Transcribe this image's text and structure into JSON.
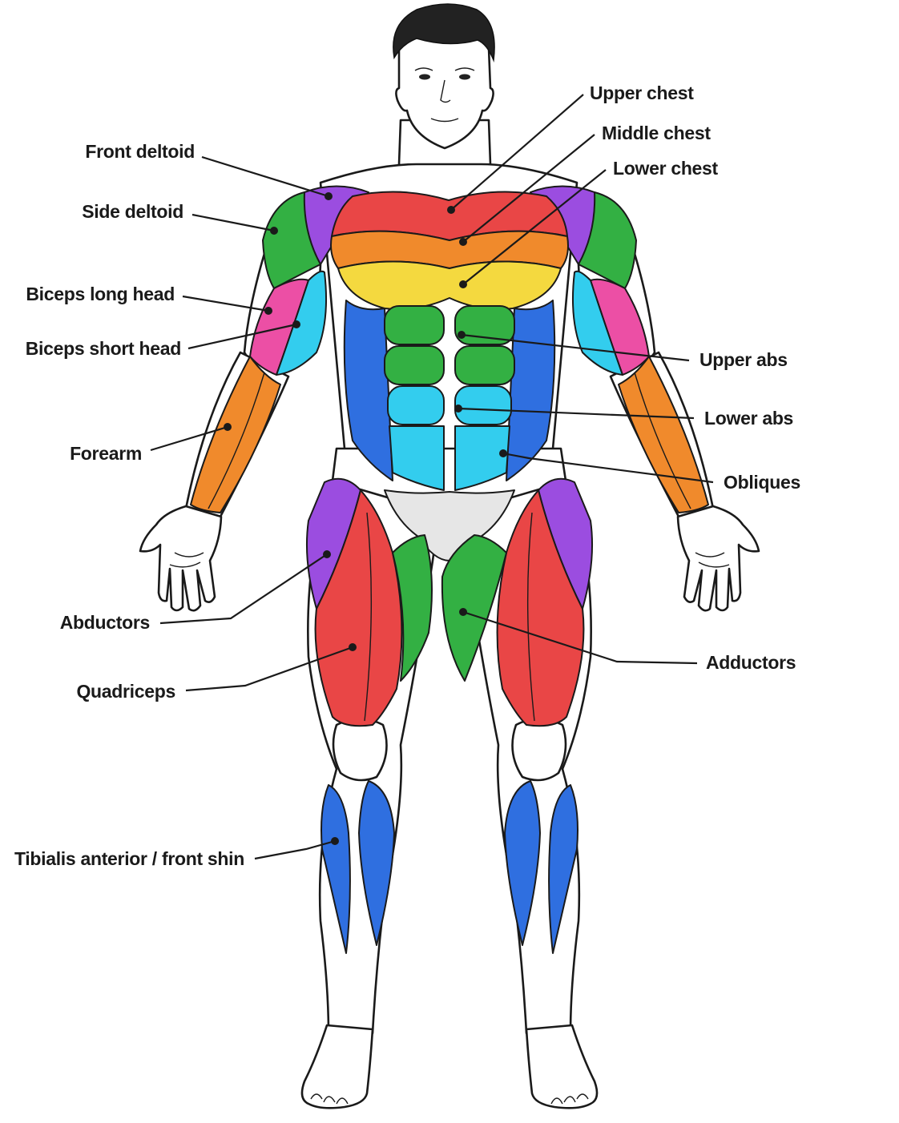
{
  "colors": {
    "purple": "#9b4de0",
    "green": "#33b043",
    "red": "#e94646",
    "orange": "#f08a2c",
    "yellow": "#f4d93f",
    "pink": "#ec4fa5",
    "cyan": "#33cdee",
    "blue": "#2f6fe0",
    "grey_shorts": "#e6e6e6"
  },
  "labels": {
    "upper_chest": "Upper chest",
    "middle_chest": "Middle chest",
    "lower_chest": "Lower chest",
    "front_deltoid": "Front deltoid",
    "side_deltoid": "Side deltoid",
    "biceps_long_head": "Biceps long head",
    "biceps_short_head": "Biceps short head",
    "upper_abs": "Upper abs",
    "lower_abs": "Lower abs",
    "forearm": "Forearm",
    "obliques": "Obliques",
    "abductors": "Abductors",
    "adductors": "Adductors",
    "quadriceps": "Quadriceps",
    "tibialis": "Tibialis anterior / front shin"
  }
}
